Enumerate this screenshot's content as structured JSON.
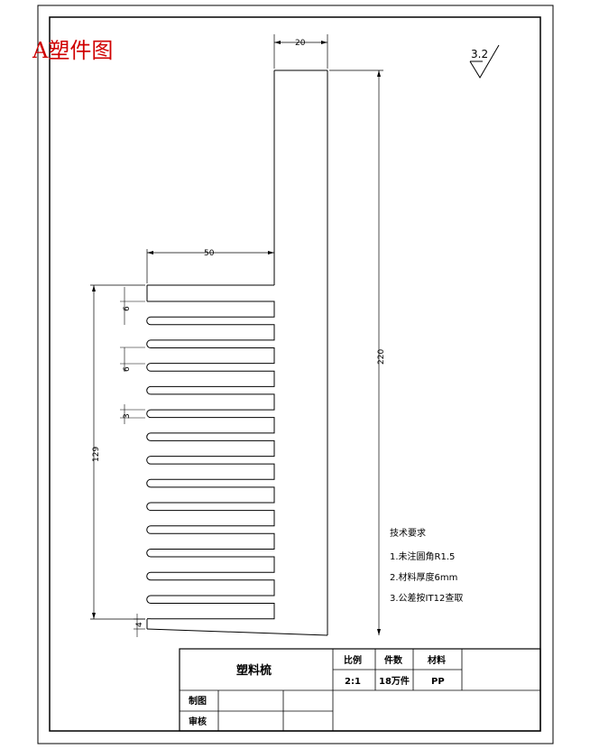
{
  "sheet_title": "A塑件图",
  "colors": {
    "title": "#d00000",
    "line": "#000000"
  },
  "surface_roughness": "3.2",
  "dimensions": {
    "handle_width": "20",
    "handle_offset": "50",
    "total_height": "220",
    "teeth_span": "129",
    "pitch_a": "6",
    "pitch_b": "6",
    "gap": "3",
    "end": "4"
  },
  "technical_requirements": {
    "heading": "技术要求",
    "items": [
      "1.未注圆角R1.5",
      "2.材料厚度6mm",
      "3.公差按IT12查取"
    ]
  },
  "title_block": {
    "part_name": "塑料梳",
    "scale_label": "比例",
    "scale_value": "2:1",
    "quantity_label": "件数",
    "quantity_value": "18万件",
    "material_label": "材料",
    "material_value": "PP",
    "drawn_label": "制图",
    "checked_label": "审核"
  }
}
